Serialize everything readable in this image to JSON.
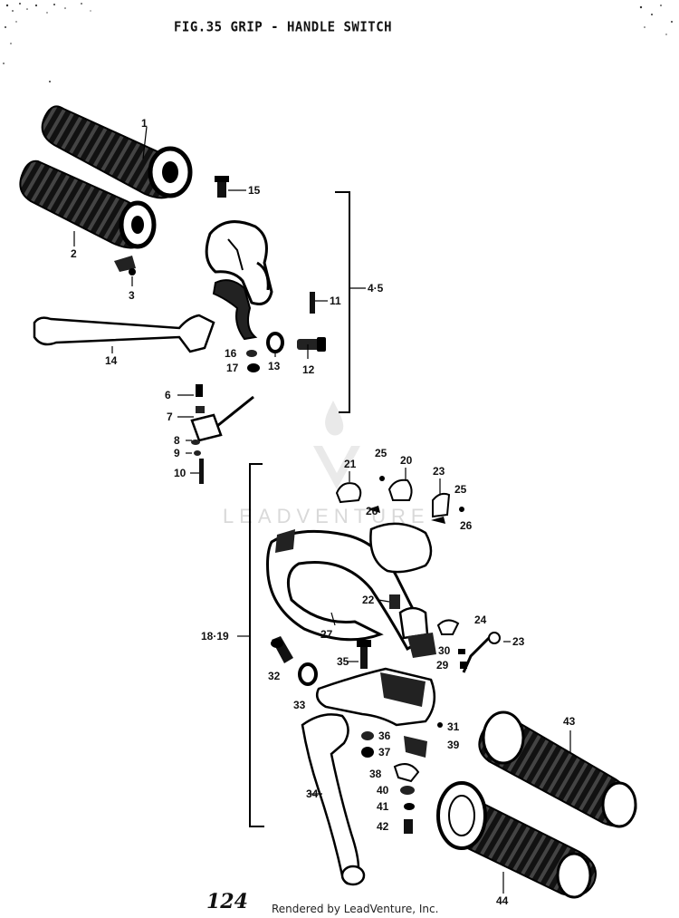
{
  "header": {
    "title": "FIG.35  GRIP - HANDLE SWITCH"
  },
  "footer": {
    "page_number": "124",
    "rendered_by": "Rendered by LeadVenture, Inc."
  },
  "watermark": {
    "text": "LEADVENTURE"
  },
  "callouts": [
    {
      "id": "c1",
      "label": "1"
    },
    {
      "id": "c2",
      "label": "2"
    },
    {
      "id": "c3",
      "label": "3"
    },
    {
      "id": "c45",
      "label": "4·5"
    },
    {
      "id": "c6",
      "label": "6"
    },
    {
      "id": "c7",
      "label": "7"
    },
    {
      "id": "c8",
      "label": "8"
    },
    {
      "id": "c9",
      "label": "9"
    },
    {
      "id": "c10",
      "label": "10"
    },
    {
      "id": "c11",
      "label": "11"
    },
    {
      "id": "c12",
      "label": "12"
    },
    {
      "id": "c13",
      "label": "13"
    },
    {
      "id": "c14",
      "label": "14"
    },
    {
      "id": "c15",
      "label": "15"
    },
    {
      "id": "c16",
      "label": "16"
    },
    {
      "id": "c17",
      "label": "17"
    },
    {
      "id": "c1819",
      "label": "18·19"
    },
    {
      "id": "c20",
      "label": "20"
    },
    {
      "id": "c21",
      "label": "21"
    },
    {
      "id": "c22",
      "label": "22"
    },
    {
      "id": "c23a",
      "label": "23"
    },
    {
      "id": "c23b",
      "label": "23"
    },
    {
      "id": "c24",
      "label": "24"
    },
    {
      "id": "c25a",
      "label": "25"
    },
    {
      "id": "c25b",
      "label": "25"
    },
    {
      "id": "c26a",
      "label": "26"
    },
    {
      "id": "c26b",
      "label": "26"
    },
    {
      "id": "c27",
      "label": "27"
    },
    {
      "id": "c29",
      "label": "29"
    },
    {
      "id": "c30",
      "label": "30"
    },
    {
      "id": "c31",
      "label": "31"
    },
    {
      "id": "c32",
      "label": "32"
    },
    {
      "id": "c33",
      "label": "33"
    },
    {
      "id": "c34",
      "label": "34"
    },
    {
      "id": "c35",
      "label": "35"
    },
    {
      "id": "c36",
      "label": "36"
    },
    {
      "id": "c37",
      "label": "37"
    },
    {
      "id": "c38",
      "label": "38"
    },
    {
      "id": "c39",
      "label": "39"
    },
    {
      "id": "c40",
      "label": "40"
    },
    {
      "id": "c41",
      "label": "41"
    },
    {
      "id": "c42",
      "label": "42"
    },
    {
      "id": "c43",
      "label": "43"
    },
    {
      "id": "c44",
      "label": "44"
    }
  ]
}
